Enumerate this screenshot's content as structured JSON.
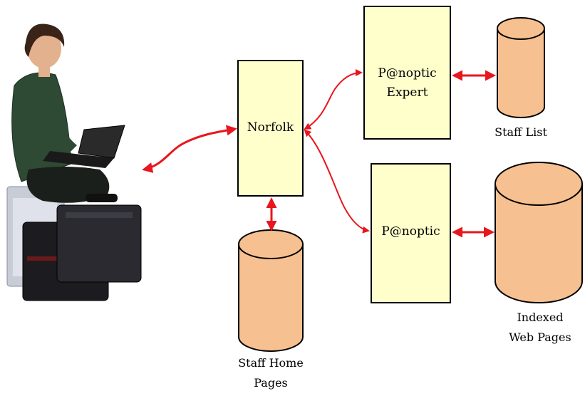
{
  "nodes": {
    "norfolk": {
      "label": "Norfolk"
    },
    "panoptic_expert": {
      "label_line1": "P@noptic",
      "label_line2": "Expert"
    },
    "panoptic": {
      "label": "P@noptic"
    }
  },
  "stores": {
    "staff_list": {
      "label": "Staff List"
    },
    "staff_home_pages": {
      "label_line1": "Staff Home",
      "label_line2": "Pages"
    },
    "indexed_web_pages": {
      "label_line1": "Indexed",
      "label_line2": "Web Pages"
    }
  },
  "colors": {
    "box_fill": "#ffffcc",
    "cylinder_fill": "#f6c090",
    "arrow": "#e8161d",
    "stroke": "#000000"
  },
  "icons": [
    "user-with-laptop-photo-icon"
  ]
}
